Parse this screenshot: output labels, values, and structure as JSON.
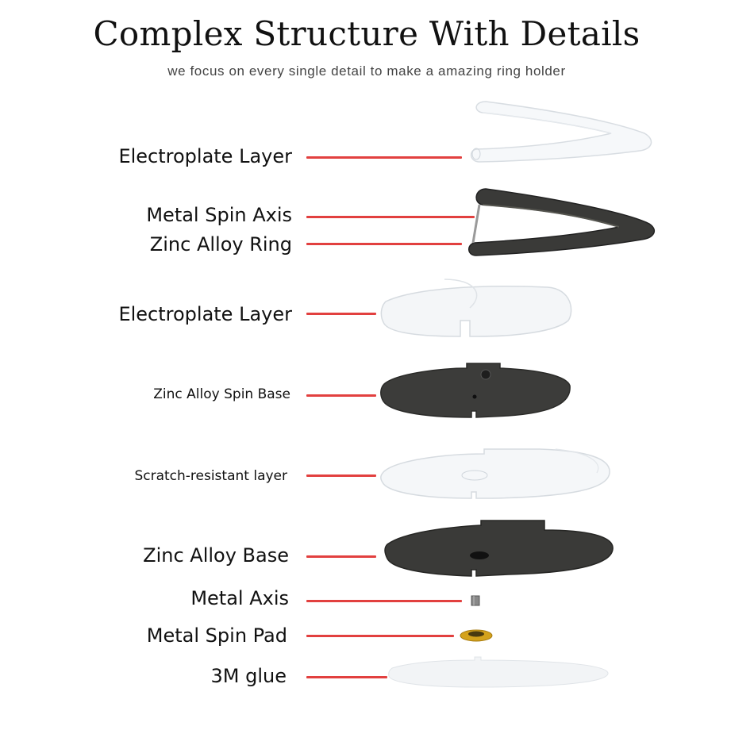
{
  "header": {
    "title": "Complex Structure With Details",
    "subtitle": "we focus on every single detail to make a amazing ring holder"
  },
  "layers": [
    {
      "label": "Electroplate Layer"
    },
    {
      "label": "Metal Spin Axis"
    },
    {
      "label": "Zinc Alloy Ring"
    },
    {
      "label": "Electroplate Layer"
    },
    {
      "label": "Zinc Alloy Spin Base"
    },
    {
      "label": "Scratch-resistant layer"
    },
    {
      "label": "Zinc Alloy Base"
    },
    {
      "label": "Metal Axis"
    },
    {
      "label": "Metal Spin Pad"
    },
    {
      "label": "3M glue"
    }
  ],
  "colors": {
    "pointer_line": "#e2403f",
    "zinc_alloy": "#3a3a38",
    "spin_pad": "#d4a21c",
    "clear_layer": "#f4f6f8"
  }
}
